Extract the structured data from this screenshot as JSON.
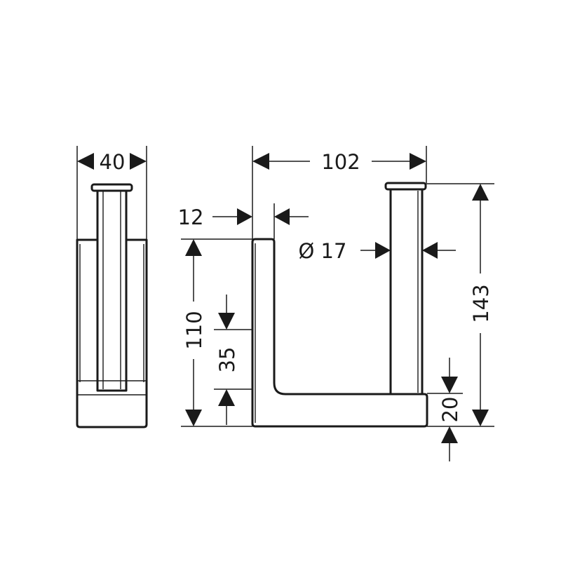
{
  "diagram": {
    "dimensions": {
      "depth": "40",
      "width": "102",
      "wall_thickness": "12",
      "diameter": "Ø 17",
      "inner_height": "110",
      "lower_offset": "35",
      "base_height": "20",
      "total_height": "143"
    },
    "colors": {
      "line": "#1a1a1a",
      "background": "#ffffff"
    }
  }
}
